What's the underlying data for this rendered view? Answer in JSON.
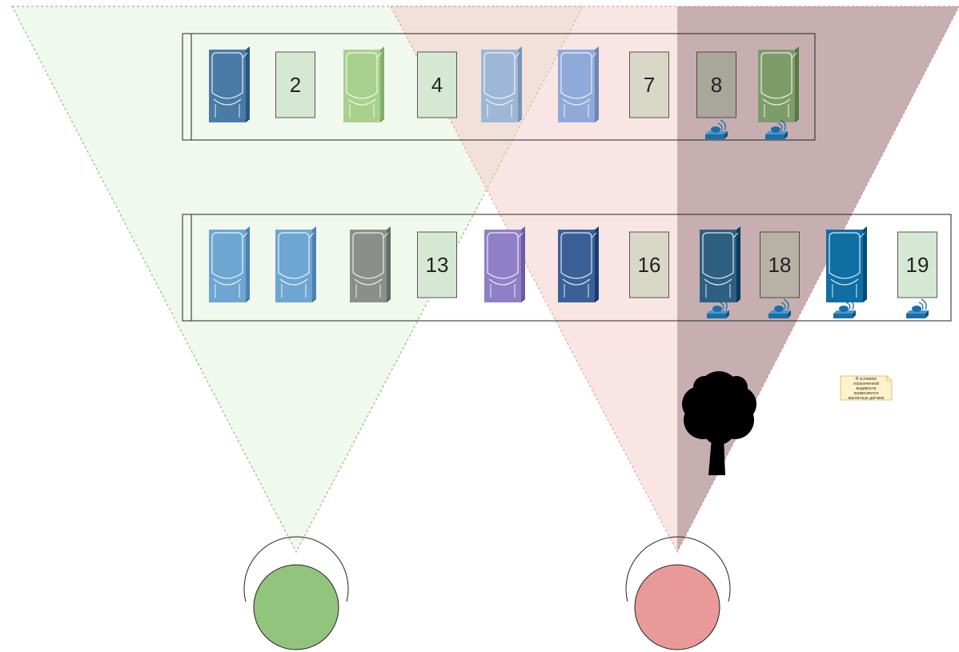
{
  "colors": {
    "green_cone_fill": "#dff0d8",
    "green_cone_stroke": "#8fc07a",
    "red_cone_fill": "#f5c6c6",
    "red_cone_stroke": "#e8a3a3",
    "dark_cone_fill": "#8a6d70",
    "green_camera": "#93c47d",
    "red_camera": "#ea9999",
    "sensor": "#1a6fa8",
    "tree": "#000000",
    "note_fill": "#fff2cc",
    "note_stroke": "#d6b656"
  },
  "cameras": [
    {
      "name": "green-camera",
      "color": "#93c47d"
    },
    {
      "name": "red-camera",
      "color": "#ea9999"
    }
  ],
  "row1": [
    {
      "kind": "car",
      "color": "#4a7ba6"
    },
    {
      "kind": "spot",
      "label": "2",
      "color": "#d5e8d4"
    },
    {
      "kind": "car",
      "color": "#a9d18e"
    },
    {
      "kind": "spot",
      "label": "4",
      "color": "#d5e8d4"
    },
    {
      "kind": "car",
      "color": "#9fb7d6"
    },
    {
      "kind": "car",
      "color": "#8fa9d9"
    },
    {
      "kind": "spot",
      "label": "7",
      "color": "#d9d7c5"
    },
    {
      "kind": "spot",
      "label": "8",
      "color": "#a9a69b",
      "sensor": true
    },
    {
      "kind": "car",
      "color": "#7e9c6a",
      "sensor": true
    }
  ],
  "row2": [
    {
      "kind": "car",
      "color": "#6ea6d2"
    },
    {
      "kind": "car",
      "color": "#6ea6d2"
    },
    {
      "kind": "car",
      "color": "#8a8f8a"
    },
    {
      "kind": "spot",
      "label": "13",
      "color": "#d5e8d4"
    },
    {
      "kind": "car",
      "color": "#8f7fc7"
    },
    {
      "kind": "car",
      "color": "#3b6098"
    },
    {
      "kind": "spot",
      "label": "16",
      "color": "#d9d7c5"
    },
    {
      "kind": "car",
      "color": "#2e5f80",
      "sensor": true
    },
    {
      "kind": "spot",
      "label": "18",
      "color": "#b7b2a4",
      "sensor": true
    },
    {
      "kind": "car",
      "color": "#0f6fa3",
      "sensor": true
    },
    {
      "kind": "spot",
      "label": "19",
      "color": "#d5e8d4",
      "sensor": true
    }
  ],
  "note": {
    "lines": [
      "В условиях",
      "ограниченной",
      "видимости",
      "применяются",
      "магнитные датчики"
    ]
  },
  "icons": {
    "tree": "tree-icon",
    "sensor": "magnetic-sensor-icon",
    "car": "car-top-view-icon"
  }
}
